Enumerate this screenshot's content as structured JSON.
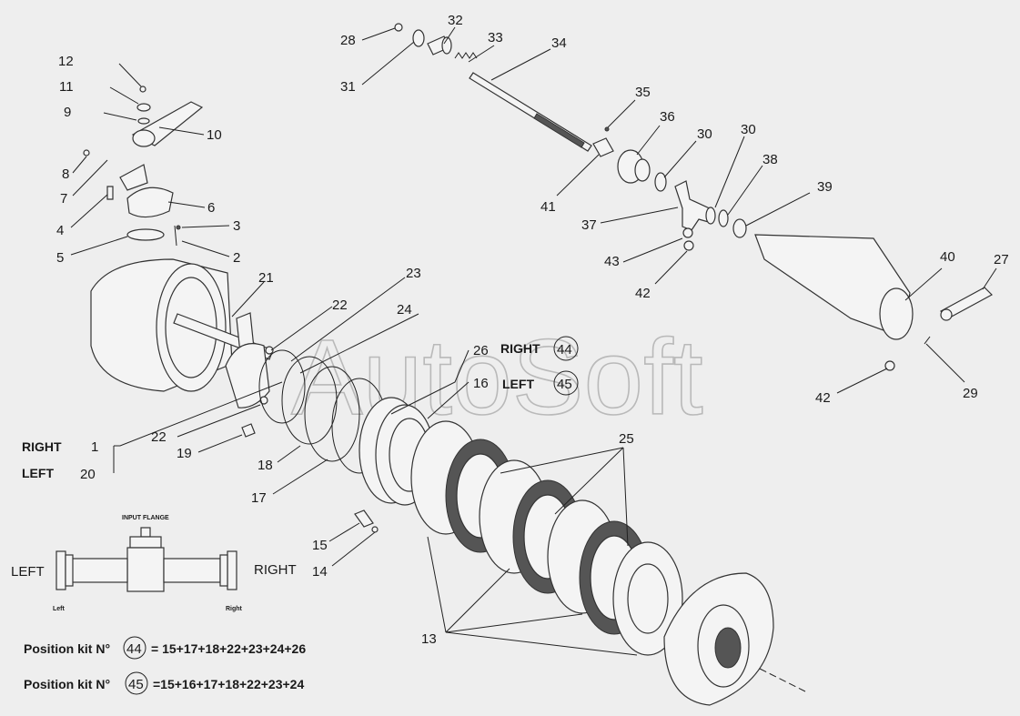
{
  "watermark": "AutoSoft",
  "callouts": {
    "n1": "1",
    "n2": "2",
    "n3": "3",
    "n4": "4",
    "n5": "5",
    "n6": "6",
    "n7": "7",
    "n8": "8",
    "n9": "9",
    "n10": "10",
    "n11": "11",
    "n12": "12",
    "n13": "13",
    "n14": "14",
    "n15": "15",
    "n16": "16",
    "n17": "17",
    "n18": "18",
    "n19": "19",
    "n20": "20",
    "n21": "21",
    "n22a": "22",
    "n22b": "22",
    "n23": "23",
    "n24": "24",
    "n25": "25",
    "n26": "26",
    "n27": "27",
    "n28": "28",
    "n29": "29",
    "n30a": "30",
    "n30b": "30",
    "n31": "31",
    "n32": "32",
    "n33": "33",
    "n34": "34",
    "n35": "35",
    "n36": "36",
    "n37": "37",
    "n38": "38",
    "n39": "39",
    "n40": "40",
    "n41": "41",
    "n42a": "42",
    "n42b": "42",
    "n43": "43"
  },
  "side_labels": {
    "right": "RIGHT",
    "left": "LEFT",
    "kit_right": "44",
    "kit_left": "45"
  },
  "inset": {
    "input_flange": "INPUT FLANGE",
    "left": "LEFT",
    "right": "RIGHT",
    "left_small": "Left",
    "right_small": "Right"
  },
  "position_kits": [
    {
      "prefix": "Position kit N°",
      "kit": "44",
      "formula": "= 15+17+18+22+23+24+26"
    },
    {
      "prefix": "Position kit N°",
      "kit": "45",
      "formula": "=15+16+17+18+22+23+24"
    }
  ]
}
